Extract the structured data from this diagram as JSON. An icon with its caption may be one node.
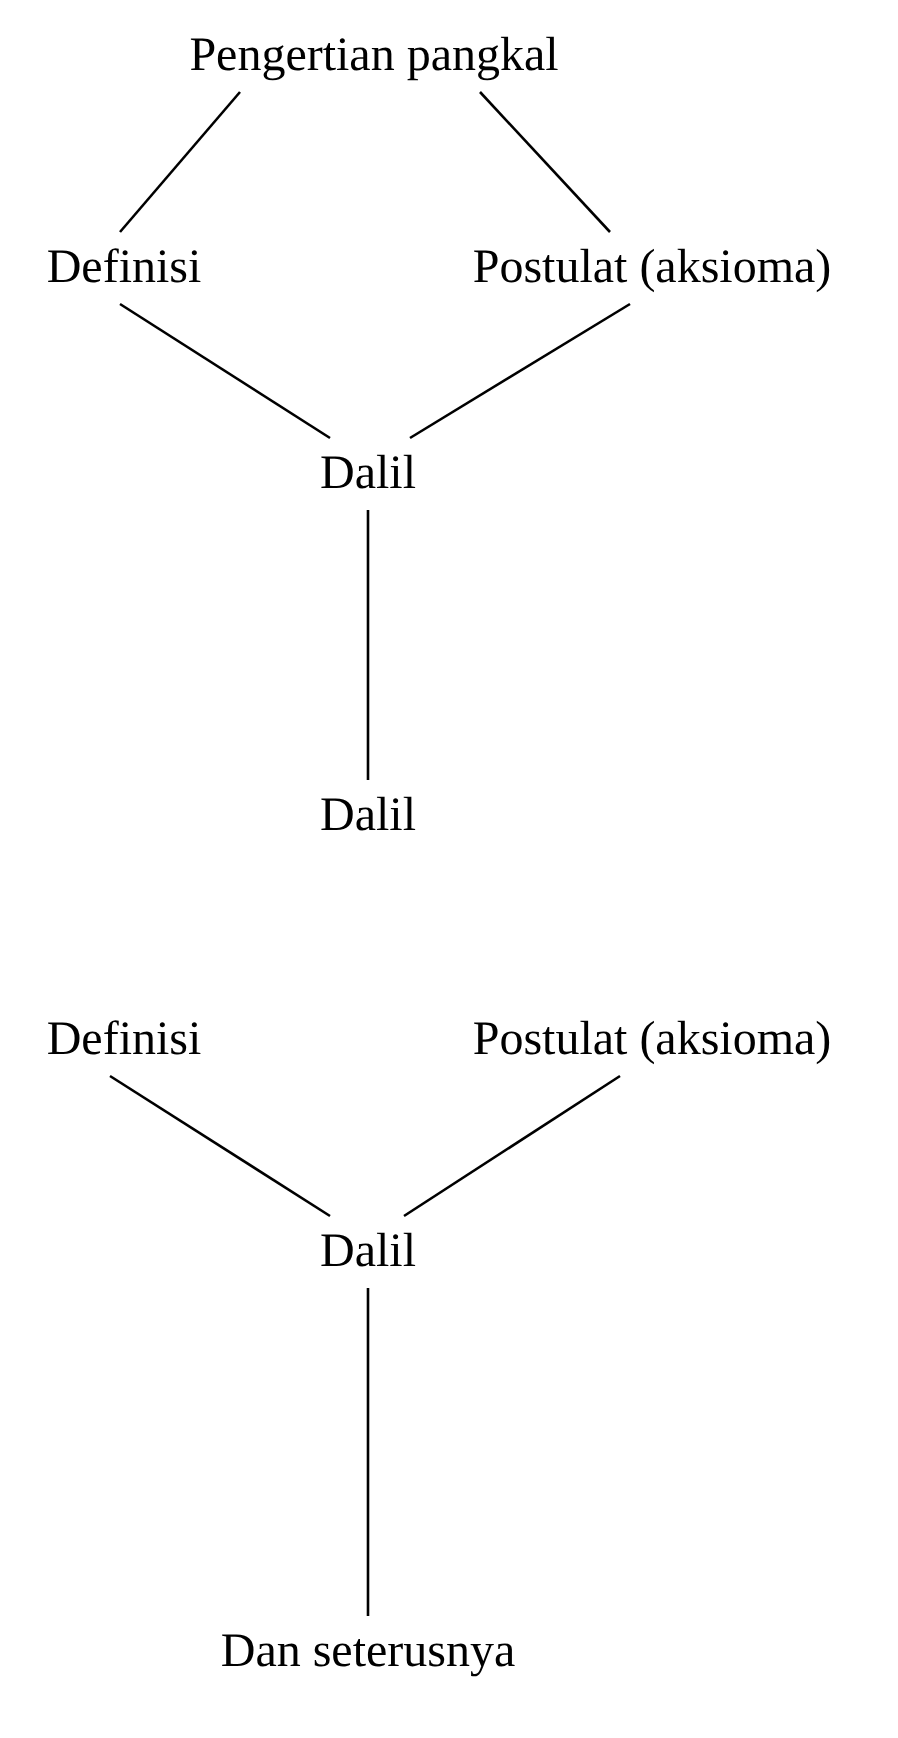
{
  "diagram": {
    "nodes": [
      {
        "text": [
          "Pengertian pangkal"
        ]
      },
      {
        "text": [
          "Definisi"
        ]
      },
      {
        "text": [
          "Postulat (aksioma)"
        ]
      },
      {
        "text": [
          "Dalil"
        ]
      },
      {
        "text": [
          "Dalil"
        ]
      },
      {
        "text": [
          "Definisi"
        ]
      },
      {
        "text": [
          "Postulat (aksioma)"
        ]
      },
      {
        "text": [
          "Dalil"
        ]
      },
      {
        "text": [
          "Dan seterusnya"
        ]
      }
    ],
    "edges": [
      {
        "from": 0,
        "to": 1,
        "arrow": "none"
      },
      {
        "from": 0,
        "to": 2,
        "arrow": "none"
      },
      {
        "from": 1,
        "to": 3,
        "arrow": "none"
      },
      {
        "from": 2,
        "to": 3,
        "arrow": "none"
      },
      {
        "from": 3,
        "to": 4,
        "arrow": "none"
      },
      {
        "from": 5,
        "to": 7,
        "arrow": "none"
      },
      {
        "from": 6,
        "to": 7,
        "arrow": "none"
      },
      {
        "from": 7,
        "to": 8,
        "arrow": "none"
      }
    ]
  }
}
